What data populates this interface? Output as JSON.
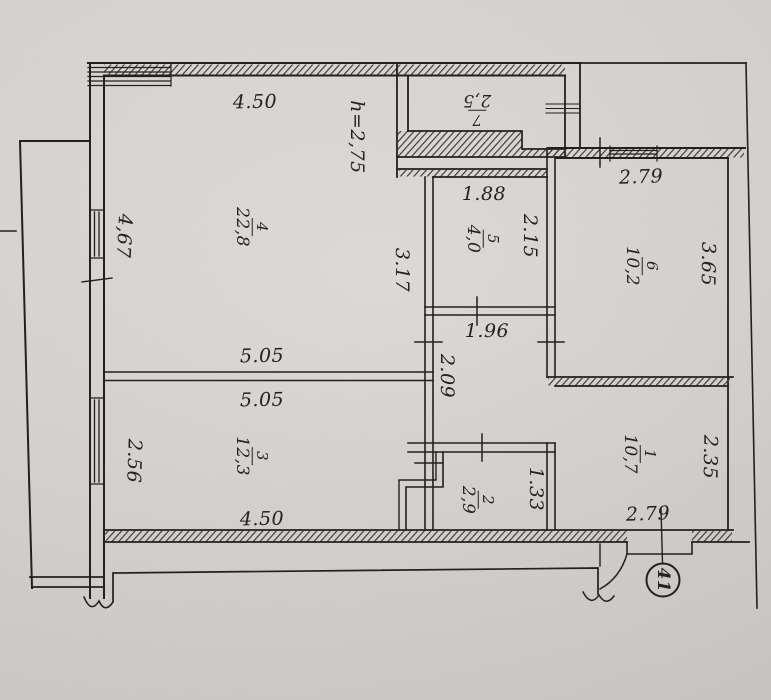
{
  "plan": {
    "height_note": "h=2,75",
    "apartment_number": "41",
    "rooms": {
      "r1": {
        "number": "1",
        "area": "10,7"
      },
      "r2": {
        "number": "2",
        "area": "2,9"
      },
      "r3": {
        "number": "3",
        "area": "12,3"
      },
      "r4": {
        "number": "4",
        "area": "22,8"
      },
      "r5": {
        "number": "5",
        "area": "4,0"
      },
      "r6": {
        "number": "6",
        "area": "10,2"
      },
      "r7": {
        "number": "7",
        "area": "2,5"
      }
    },
    "dimensions": {
      "top_width": "4.50",
      "balcony_length": "4,67",
      "room4_width_bottom": "5.05",
      "room3_width_top": "5.05",
      "room3_height_left": "2.56",
      "room3_width_bottom": "4.50",
      "room4_height_right": "3.17",
      "room5_width_top": "1.88",
      "room5_height_right": "2.15",
      "hall_width": "1.96",
      "hall_height": "2.09",
      "room6_width_top": "2.79",
      "room6_height_right": "3.65",
      "room1_height_right": "2.35",
      "room2_height_right": "1.33",
      "room1_width_bottom": "2.79"
    },
    "colors": {
      "paper": "#d8d6d2",
      "ink": "#24221e"
    }
  }
}
